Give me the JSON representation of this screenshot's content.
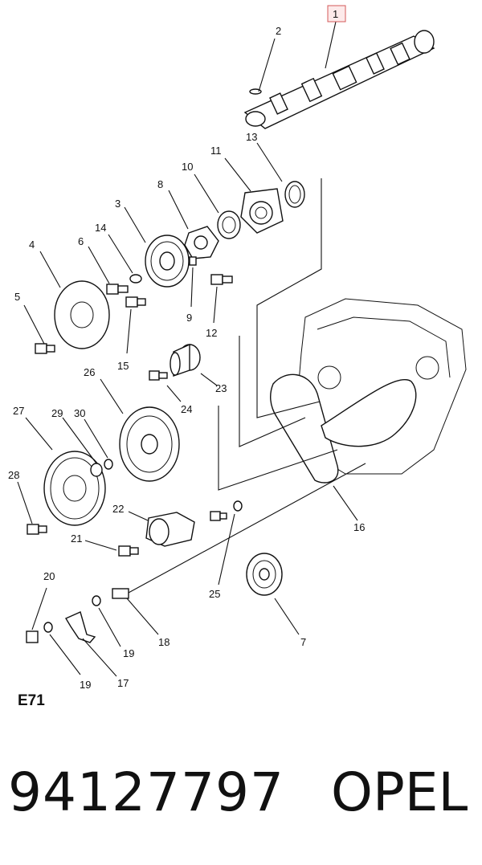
{
  "diagram": {
    "code": "E71",
    "highlighted_callout": "1",
    "callouts": {
      "c1": "1",
      "c2": "2",
      "c3": "3",
      "c4": "4",
      "c5": "5",
      "c6": "6",
      "c7": "7",
      "c8": "8",
      "c9": "9",
      "c10": "10",
      "c11": "11",
      "c12": "12",
      "c13": "13",
      "c14": "14",
      "c15": "15",
      "c16": "16",
      "c17": "17",
      "c18": "18",
      "c19a": "19",
      "c19b": "19",
      "c20": "20",
      "c21": "21",
      "c22": "22",
      "c23": "23",
      "c24": "24",
      "c25": "25",
      "c26": "26",
      "c27": "27",
      "c28": "28",
      "c29": "29",
      "c30": "30"
    },
    "highlight_color": "#d45a5a"
  },
  "footer": {
    "part_number": "94127797",
    "brand": "OPEL"
  }
}
